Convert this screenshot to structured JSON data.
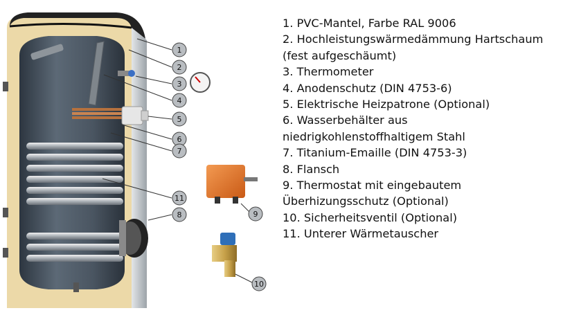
{
  "callouts": [
    "1",
    "2",
    "3",
    "4",
    "5",
    "6",
    "7",
    "8",
    "9",
    "10",
    "11"
  ],
  "legend": [
    "1. PVC-Mantel, Farbe RAL 9006",
    "2. Hochleistungswärmedämmung Hartschaum",
    "(fest aufgeschäumt)",
    "3. Thermometer",
    "4. Anodenschutz (DIN 4753-6)",
    "5. Elektrische Heizpatrone (Optional)",
    "6. Wasserbehälter aus",
    "niedrigkohlenstoffhaltigem Stahl",
    "7. Titanium-Emaille (DIN 4753-3)",
    "8. Flansch",
    "9. Thermostat mit eingebautem",
    "Überhizungsschutz (Optional)",
    "10. Sicherheitsventil (Optional)",
    "11. Unterer Wärmetauscher"
  ],
  "colors": {
    "insulation": "#ecd9a8",
    "tank": "#4e5a66",
    "jacket": "#c9cdd1",
    "top_cap": "#222222",
    "thermostat": "#e0732a",
    "valve": "#c8a24a",
    "valve_cap": "#2f6fb8"
  }
}
